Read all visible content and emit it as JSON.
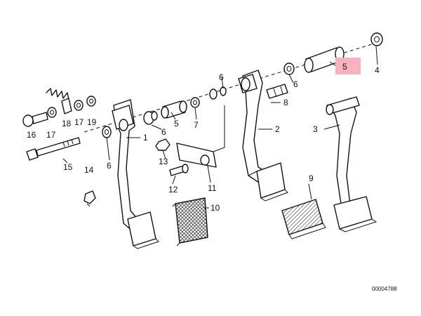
{
  "callouts": {
    "c1": "1",
    "c2": "2",
    "c3": "3",
    "c4": "4",
    "c5": "5",
    "c5b": "5",
    "c6a": "6",
    "c6b": "6",
    "c6c": "6",
    "c6d": "6",
    "c7": "7",
    "c8": "8",
    "c9": "9",
    "c10": "10",
    "c11": "11",
    "c12": "12",
    "c13": "13",
    "c14": "14",
    "c15": "15",
    "c16": "16",
    "c17a": "17",
    "c17b": "17",
    "c18": "18",
    "c19": "19"
  },
  "highlighted_callout": "5",
  "highlight_color": "#f6b3bd",
  "reference_number": "00004788"
}
